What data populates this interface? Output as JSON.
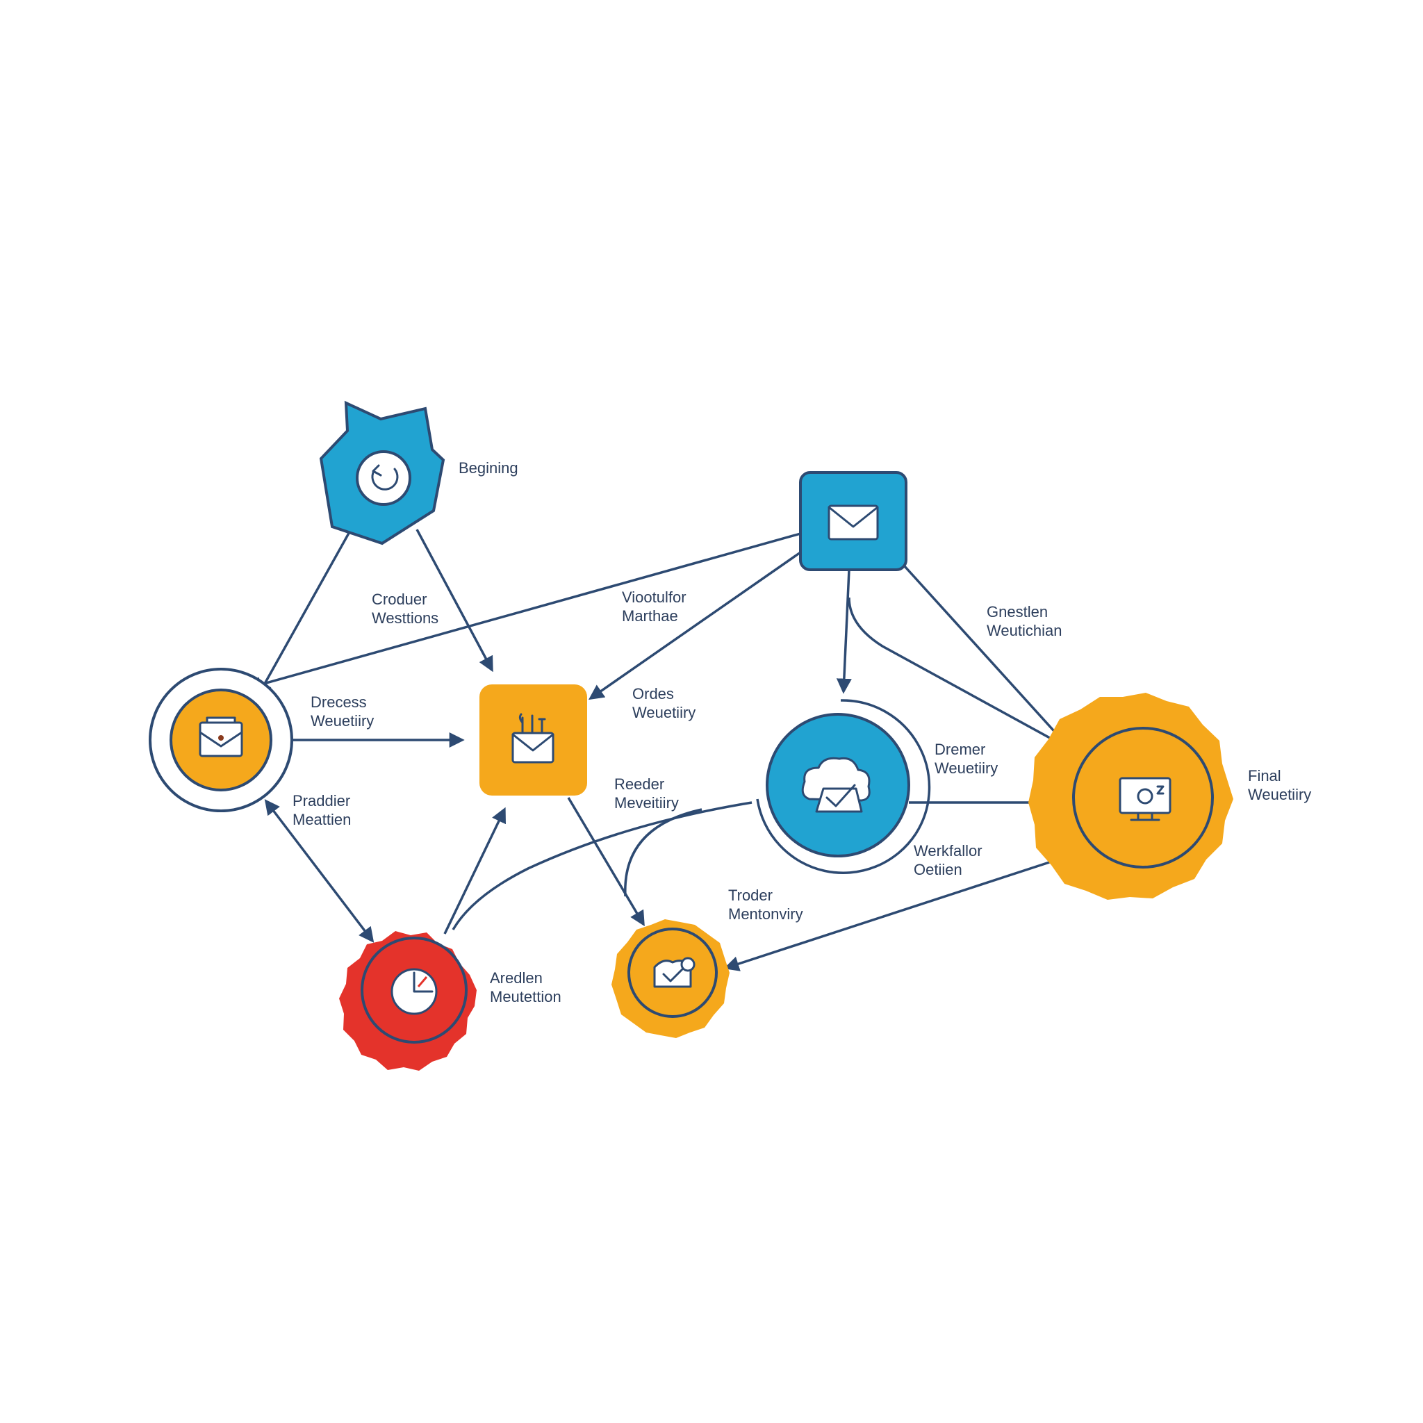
{
  "colors": {
    "blue": "#21a3d1",
    "orange": "#f5a81c",
    "red": "#e4332b",
    "navy": "#2d4a72",
    "text": "#2c3e5c"
  },
  "nodes": [
    {
      "id": "start",
      "shape": "hexagon",
      "color": "blue",
      "icon": "refresh-icon",
      "label": [
        "Begining"
      ]
    },
    {
      "id": "mail-top",
      "shape": "rounded-square",
      "color": "blue",
      "icon": "envelope-icon",
      "label": []
    },
    {
      "id": "left-circle",
      "shape": "ringed-circle",
      "color": "orange",
      "icon": "inbox-envelope-icon",
      "label": []
    },
    {
      "id": "center-square",
      "shape": "rounded-square",
      "color": "orange",
      "icon": "envelope-tools-icon",
      "label": []
    },
    {
      "id": "red-gear",
      "shape": "gear",
      "color": "red",
      "icon": "clock-pie-icon",
      "label": [
        "Aredlen",
        "Meutettion"
      ]
    },
    {
      "id": "bottom-gear",
      "shape": "gear",
      "color": "orange",
      "icon": "check-badge-icon",
      "label": []
    },
    {
      "id": "blue-circle",
      "shape": "circle-with-arc",
      "color": "blue",
      "icon": "cloud-check-icon",
      "label": []
    },
    {
      "id": "final",
      "shape": "gear",
      "color": "orange",
      "icon": "monitor-icon",
      "label": [
        "Final",
        "Weuetiiry"
      ]
    }
  ],
  "edge_labels": [
    {
      "id": "croduer",
      "lines": [
        "Croduer",
        "Westtions"
      ]
    },
    {
      "id": "viootulfor",
      "lines": [
        "Viootulfor",
        "Marthae"
      ]
    },
    {
      "id": "gnestlen",
      "lines": [
        "Gnestlen",
        "Weutichian"
      ]
    },
    {
      "id": "drecess",
      "lines": [
        "Drecess",
        "Weuetiiry"
      ]
    },
    {
      "id": "ordes",
      "lines": [
        "Ordes",
        "Weuetiiry"
      ]
    },
    {
      "id": "premer",
      "lines": [
        "Dremer",
        "Weuetiiry"
      ]
    },
    {
      "id": "praddier",
      "lines": [
        "Praddier",
        "Meattien"
      ]
    },
    {
      "id": "reeder",
      "lines": [
        "Reeder",
        "Meveitiiry"
      ]
    },
    {
      "id": "werkfallor",
      "lines": [
        "Werkfallor",
        "Oetiien"
      ]
    },
    {
      "id": "troder",
      "lines": [
        "Troder",
        "Mentonviry"
      ]
    }
  ]
}
